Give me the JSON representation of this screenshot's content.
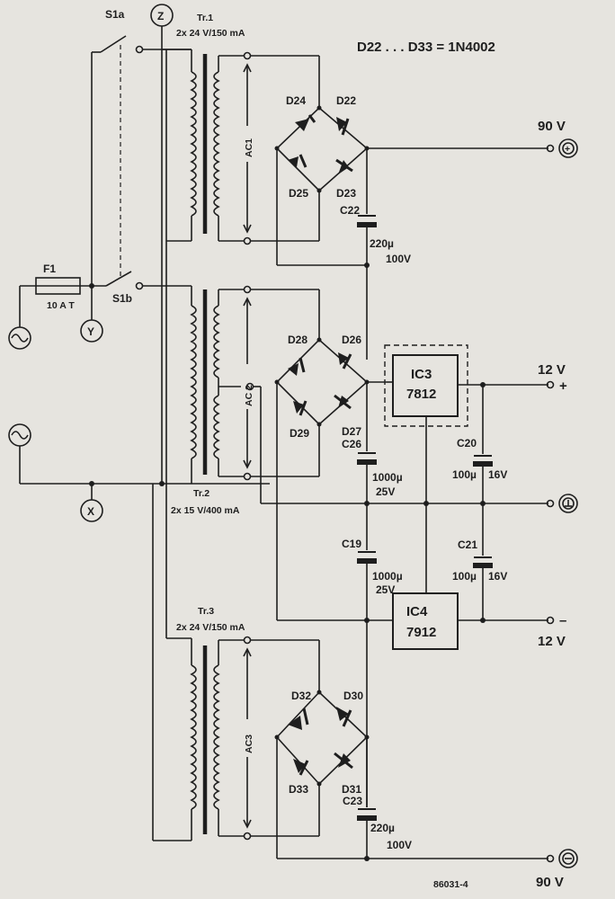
{
  "note": "D22 . . . D33 = 1N4002",
  "figure_id": "86031-4",
  "switches": {
    "s1a": "S1a",
    "s1b": "S1b"
  },
  "fuse": {
    "name": "F1",
    "rating": "10 A T"
  },
  "nodes": {
    "z": "Z",
    "y": "Y",
    "x": "X"
  },
  "transformers": {
    "tr1": {
      "name": "Tr.1",
      "rating": "2x  24 V/150 mA",
      "winding": "AC1"
    },
    "tr2": {
      "name": "Tr.2",
      "rating": "2x  15 V/400 mA",
      "winding": "AC 2"
    },
    "tr3": {
      "name": "Tr.3",
      "rating": "2x  24 V/150 mA",
      "winding": "AC3"
    }
  },
  "diodes": [
    "D22",
    "D23",
    "D24",
    "D25",
    "D26",
    "D27",
    "D28",
    "D29",
    "D30",
    "D31",
    "D32",
    "D33"
  ],
  "capacitors": {
    "c22": {
      "name": "C22",
      "value": "220µ",
      "voltage": "100V"
    },
    "c26": {
      "name": "C26",
      "value": "1000µ",
      "voltage": "25V"
    },
    "c19": {
      "name": "C19",
      "value": "1000µ",
      "voltage": "25V"
    },
    "c23": {
      "name": "C23",
      "value": "220µ",
      "voltage": "100V"
    },
    "c20": {
      "name": "C20",
      "value": "100µ",
      "voltage": "16V"
    },
    "c21": {
      "name": "C21",
      "value": "100µ",
      "voltage": "16V"
    }
  },
  "ics": {
    "ic3": {
      "name": "IC3",
      "part": "7812"
    },
    "ic4": {
      "name": "IC4",
      "part": "7912"
    }
  },
  "outputs": {
    "pos90": "90 V",
    "pos12": "12 V",
    "plus": "+",
    "minus": "–",
    "neg12": "12 V",
    "neg90": "90 V"
  }
}
